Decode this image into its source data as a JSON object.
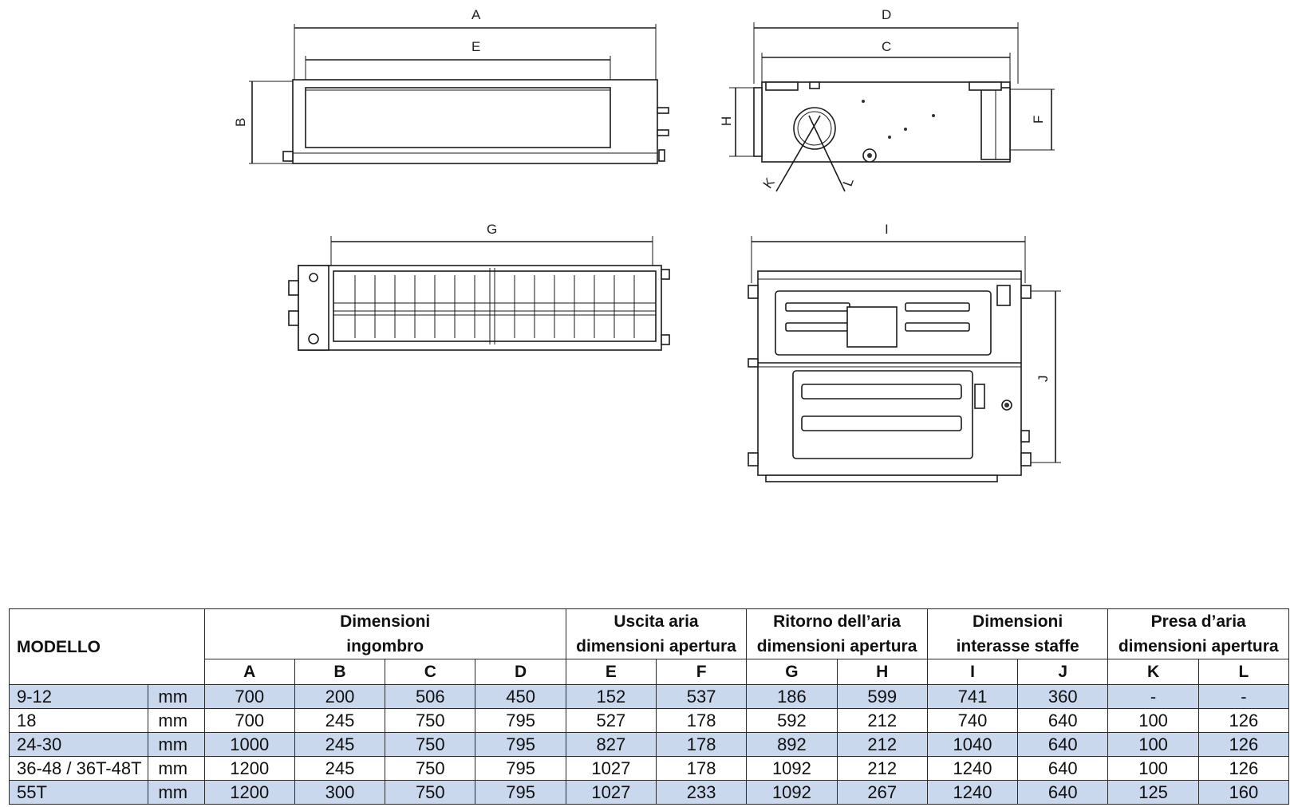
{
  "drawing": {
    "labels": {
      "A": "A",
      "B": "B",
      "C": "C",
      "D": "D",
      "E": "E",
      "F": "F",
      "G": "G",
      "H": "H",
      "I": "I",
      "J": "J",
      "K": "K",
      "L": "L"
    }
  },
  "table": {
    "model_header": "MODELLO",
    "groups": [
      {
        "line1": "Dimensioni",
        "line2": "ingombro"
      },
      {
        "line1": "Uscita aria",
        "line2": "dimensioni apertura"
      },
      {
        "line1": "Ritorno dell’aria",
        "line2": "dimensioni apertura"
      },
      {
        "line1": "Dimensioni",
        "line2": "interasse staffe"
      },
      {
        "line1": "Presa d’aria",
        "line2": "dimensioni apertura"
      }
    ],
    "columns": [
      "A",
      "B",
      "C",
      "D",
      "E",
      "F",
      "G",
      "H",
      "I",
      "J",
      "K",
      "L"
    ],
    "rows": [
      {
        "model": "9-12",
        "unit": "mm",
        "values": [
          "700",
          "200",
          "506",
          "450",
          "152",
          "537",
          "186",
          "599",
          "741",
          "360",
          "-",
          "-"
        ]
      },
      {
        "model": "18",
        "unit": "mm",
        "values": [
          "700",
          "245",
          "750",
          "795",
          "527",
          "178",
          "592",
          "212",
          "740",
          "640",
          "100",
          "126"
        ]
      },
      {
        "model": "24-30",
        "unit": "mm",
        "values": [
          "1000",
          "245",
          "750",
          "795",
          "827",
          "178",
          "892",
          "212",
          "1040",
          "640",
          "100",
          "126"
        ]
      },
      {
        "model": "36-48 / 36T-48T",
        "unit": "mm",
        "values": [
          "1200",
          "245",
          "750",
          "795",
          "1027",
          "178",
          "1092",
          "212",
          "1240",
          "640",
          "100",
          "126"
        ]
      },
      {
        "model": "55T",
        "unit": "mm",
        "values": [
          "1200",
          "300",
          "750",
          "795",
          "1027",
          "233",
          "1092",
          "267",
          "1240",
          "640",
          "125",
          "160"
        ]
      }
    ],
    "colors": {
      "shaded_row": "#c9d8ec",
      "plain_row": "#ffffff",
      "border": "#2a2a2a"
    }
  }
}
